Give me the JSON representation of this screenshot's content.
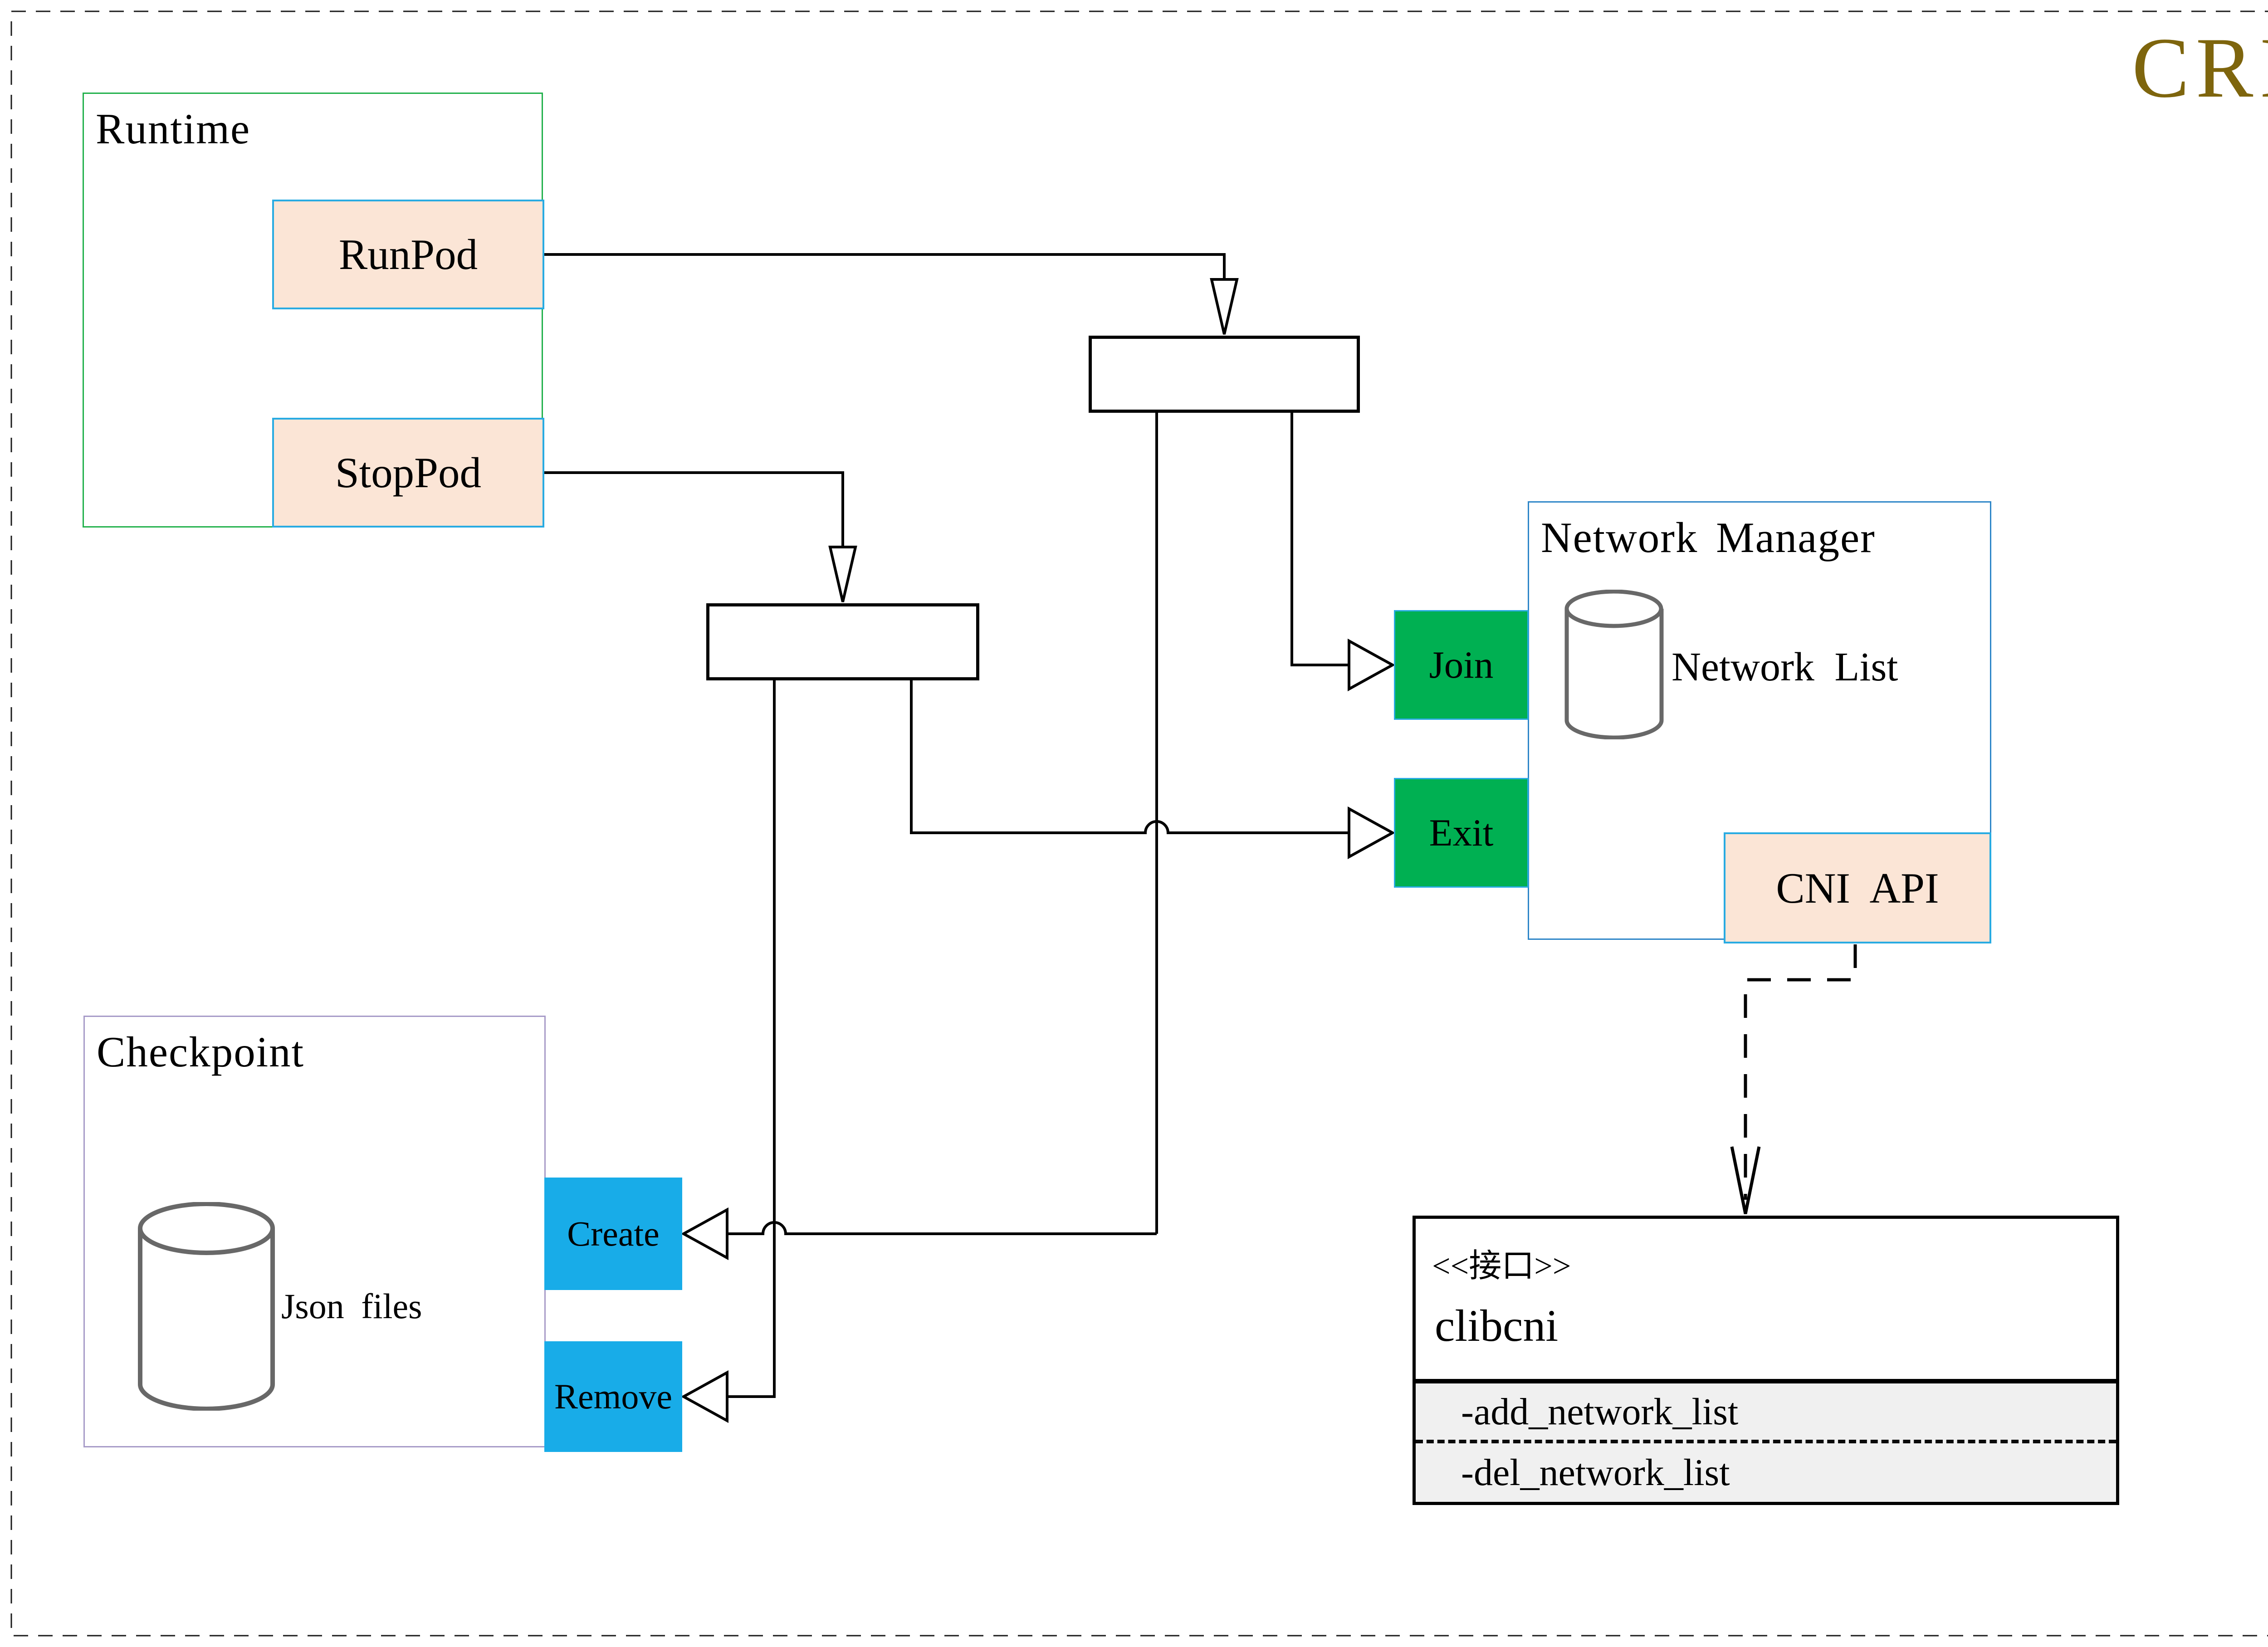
{
  "page_title": "CRI",
  "colors": {
    "cri_title": "#7E650D",
    "peach_fill": "#FBE5D6",
    "cyan_border": "#29ABE2",
    "runtime_border_green": "#22B14C",
    "network_manager_border_blue": "#2E86C8",
    "checkpoint_border_purple": "#A79BC8",
    "action_green": "#00B052",
    "action_blue": "#18ACE8",
    "interface_section_gray": "#F0F0F0",
    "cylinder_gray": "#686868",
    "line_black": "#000000"
  },
  "runtime": {
    "title": "Runtime",
    "runpod_label": "RunPod",
    "stoppod_label": "StopPod"
  },
  "network_manager": {
    "title": "Network Manager",
    "network_list_label": "Network List",
    "join_label": "Join",
    "exit_label": "Exit",
    "cni_api_label": "CNI API"
  },
  "checkpoint": {
    "title": "Checkpoint",
    "json_files_label": "Json files",
    "create_label": "Create",
    "remove_label": "Remove"
  },
  "clibcni_interface": {
    "stereotype": "<<接口>>",
    "name": "clibcni",
    "methods": [
      "-add_network_list",
      "-del_network_list"
    ]
  }
}
